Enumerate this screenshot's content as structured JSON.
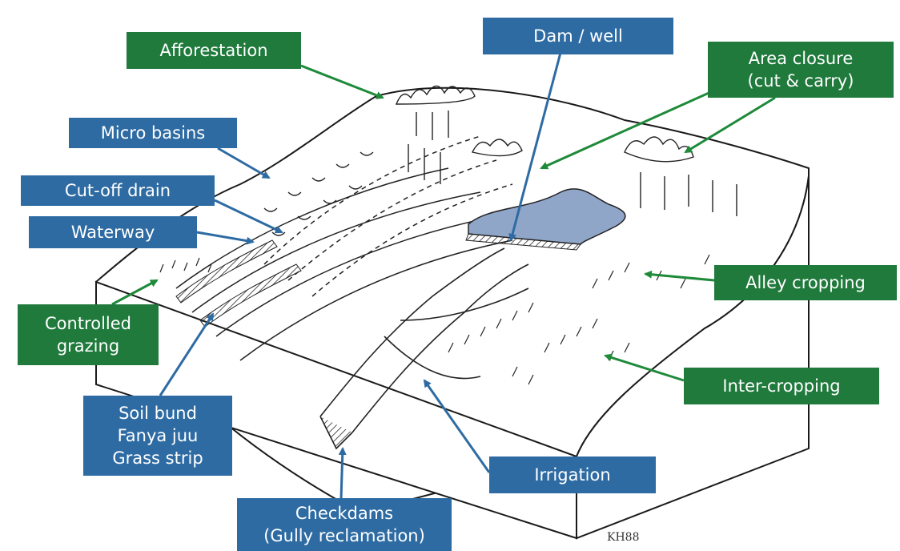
{
  "labels": {
    "afforestation": "Afforestation",
    "dam_well": "Dam / well",
    "area_closure": [
      "Area closure",
      "(cut & carry)"
    ],
    "micro_basins": "Micro basins",
    "cutoff_drain": "Cut-off drain",
    "waterway": "Waterway",
    "alley_cropping": "Alley cropping",
    "controlled_grazing": [
      "Controlled",
      "grazing"
    ],
    "inter_cropping": "Inter-cropping",
    "soil_bund": [
      "Soil bund",
      "Fanya juu",
      "Grass strip"
    ],
    "irrigation": "Irrigation",
    "checkdams": [
      "Checkdams",
      "(Gully reclamation)"
    ]
  },
  "signature": "KH88",
  "colors": {
    "green_label": "#1f7a3c",
    "blue_label": "#2e6ba3",
    "arrow_green": "#1e8a3a",
    "arrow_blue": "#2e6ba3",
    "dam_water": "#8fa6c9"
  }
}
